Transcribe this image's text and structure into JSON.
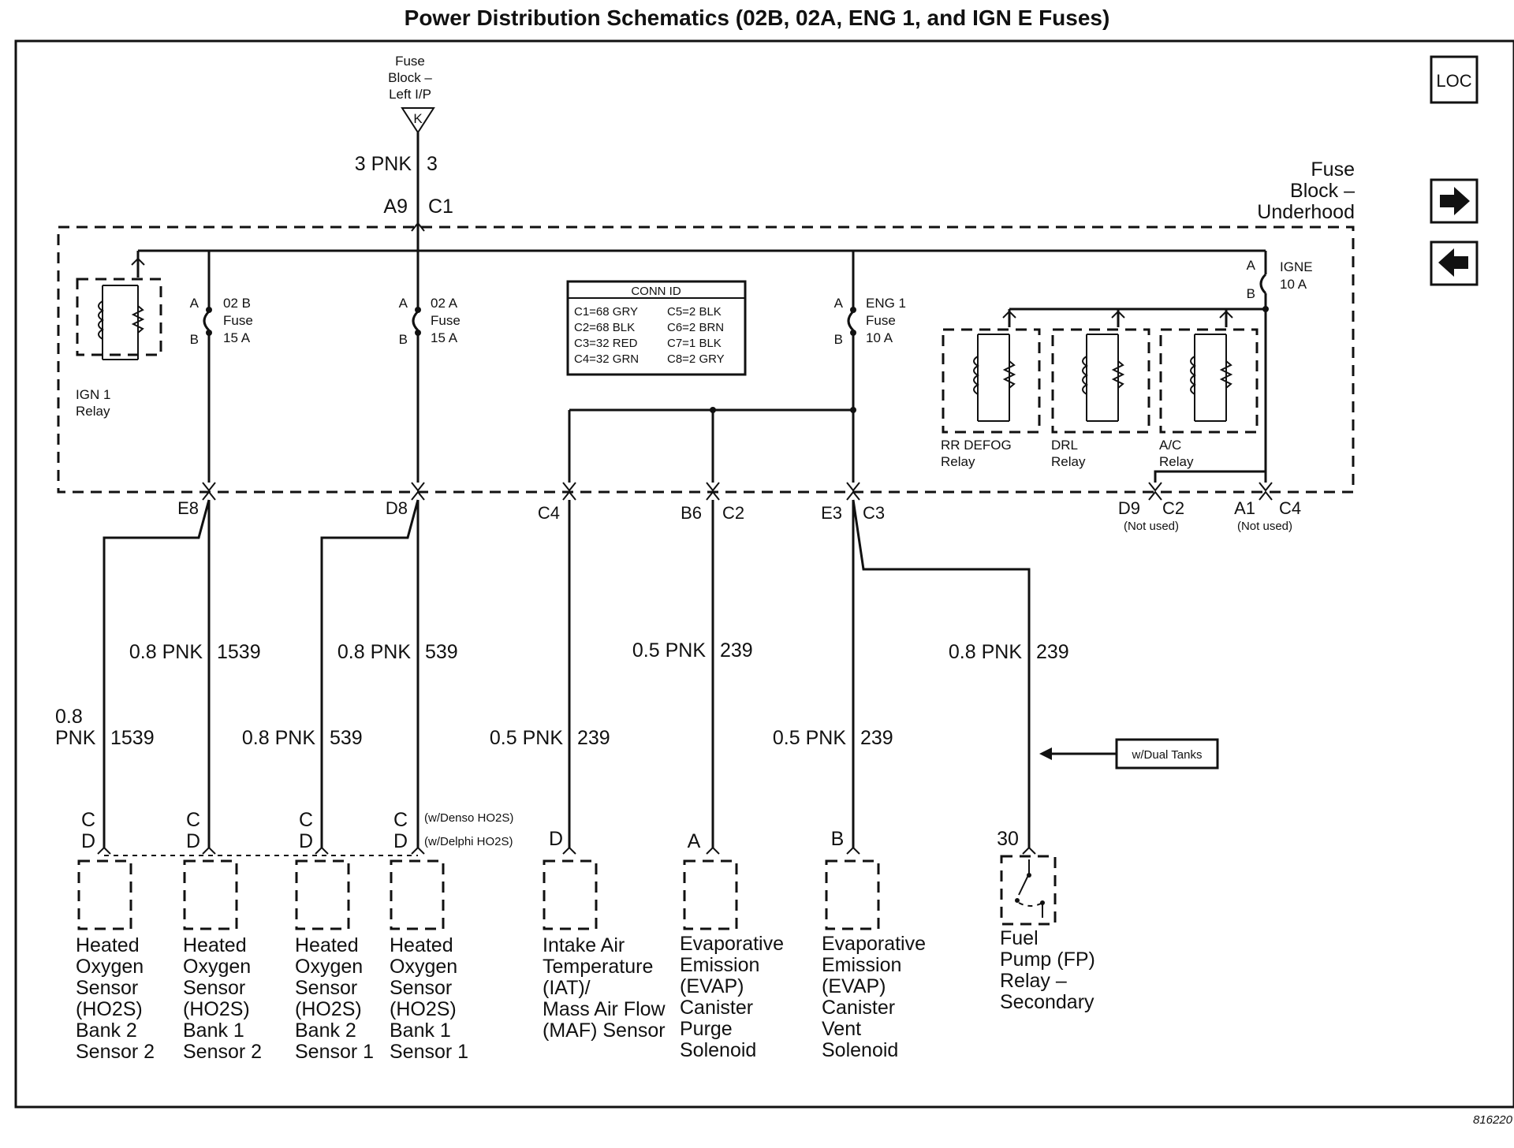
{
  "title": "Power Distribution Schematics (02B, 02A, ENG 1, and IGN E Fuses)",
  "fig_number": "816220",
  "nav": {
    "loc_label": "LOC",
    "next_icon": "arrow-right-icon",
    "prev_icon": "arrow-left-icon"
  },
  "fuse_block_left": {
    "line1": "Fuse",
    "line2": "Block –",
    "line3": "Left I/P",
    "connector": "K"
  },
  "top_wire": {
    "gauge": "3 PNK",
    "circuit": "3",
    "pin_left": "A9",
    "pin_right": "C1"
  },
  "fuse_block_underhood": {
    "line1": "Fuse",
    "line2": "Block –",
    "line3": "Underhood"
  },
  "conn_id": {
    "title": "CONN ID",
    "left": [
      "C1=68 GRY",
      "C2=68 BLK",
      "C3=32 RED",
      "C4=32 GRN"
    ],
    "right": [
      "C5=2 BLK",
      "C6=2 BRN",
      "C7=1 BLK",
      "C8=2 GRY"
    ]
  },
  "fuses": {
    "f02b": {
      "a": "A",
      "b": "B",
      "name": "02 B",
      "kind": "Fuse",
      "rating": "15 A"
    },
    "f02a": {
      "a": "A",
      "b": "B",
      "name": "02 A",
      "kind": "Fuse",
      "rating": "15 A"
    },
    "eng1": {
      "a": "A",
      "b": "B",
      "name": "ENG 1",
      "kind": "Fuse",
      "rating": "10 A"
    },
    "igne": {
      "a": "A",
      "b": "B",
      "name": "IGNE",
      "rating": "10 A"
    }
  },
  "relays": {
    "ign1": {
      "line1": "IGN 1",
      "line2": "Relay"
    },
    "rrdefog": {
      "line1": "RR DEFOG",
      "line2": "Relay"
    },
    "drl": {
      "line1": "DRL",
      "line2": "Relay"
    },
    "ac": {
      "line1": "A/C",
      "line2": "Relay"
    }
  },
  "outputs": {
    "e8": "E8",
    "d8": "D8",
    "c4": "C4",
    "b6": "B6",
    "c2": "C2",
    "e3": "E3",
    "c3": "C3",
    "d9": "D9",
    "d9c2": "C2",
    "a1": "A1",
    "a1c4": "C4",
    "not_used": "(Not used)"
  },
  "wires": {
    "w1_gauge_a": "0.8",
    "w1_gauge_b": "PNK",
    "w1_circuit": "1539",
    "w2_gauge": "0.8 PNK",
    "w2_circuit": "1539",
    "w3_gauge": "0.8 PNK",
    "w3_circuit": "539",
    "w4_gauge": "0.8 PNK",
    "w4_circuit": "539",
    "w5_gauge": "0.5 PNK",
    "w5_circuit": "239",
    "w6_gauge": "0.5 PNK",
    "w6_circuit": "239",
    "w7_gauge": "0.5 PNK",
    "w7_circuit": "239",
    "w8_gauge": "0.8 PNK",
    "w8_circuit": "239"
  },
  "dual_tanks": "w/Dual Tanks",
  "pins": {
    "c": "C",
    "d": "D",
    "a": "A",
    "b": "B",
    "p30": "30",
    "denso": "(w/Denso HO2S)",
    "delphi": "(w/Delphi HO2S)"
  },
  "components": {
    "c1": [
      "Heated",
      "Oxygen",
      "Sensor",
      "(HO2S)",
      "Bank 2",
      "Sensor 2"
    ],
    "c2": [
      "Heated",
      "Oxygen",
      "Sensor",
      "(HO2S)",
      "Bank 1",
      "Sensor 2"
    ],
    "c3": [
      "Heated",
      "Oxygen",
      "Sensor",
      "(HO2S)",
      "Bank 2",
      "Sensor 1"
    ],
    "c4": [
      "Heated",
      "Oxygen",
      "Sensor",
      "(HO2S)",
      "Bank 1",
      "Sensor 1"
    ],
    "c5": [
      "Intake Air",
      "Temperature",
      "(IAT)/",
      "Mass Air Flow",
      "(MAF) Sensor"
    ],
    "c6": [
      "Evaporative",
      "Emission",
      "(EVAP)",
      "Canister",
      "Purge",
      "Solenoid"
    ],
    "c7": [
      "Evaporative",
      "Emission",
      "(EVAP)",
      "Canister",
      "Vent",
      "Solenoid"
    ],
    "c8": [
      "Fuel",
      "Pump (FP)",
      "Relay –",
      "Secondary"
    ]
  }
}
